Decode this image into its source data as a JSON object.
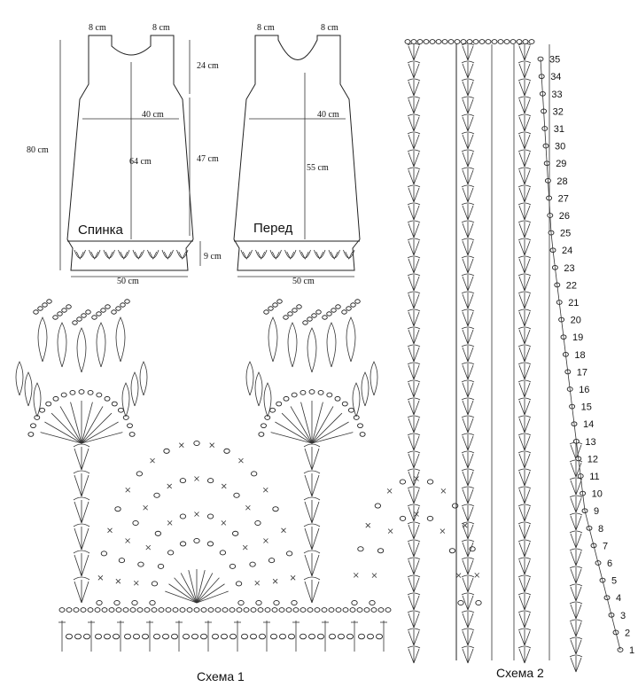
{
  "back_panel": {
    "name": "Спинка",
    "strap_left": "8 cm",
    "strap_right": "8 cm",
    "width": "40 cm",
    "length": "64 cm",
    "total": "80 cm",
    "bottom": "50 cm"
  },
  "front_panel": {
    "name": "Перед",
    "strap_left": "8 cm",
    "strap_right": "8 cm",
    "width": "40 cm",
    "length": "55 cm",
    "bottom": "50 cm"
  },
  "side_dims": {
    "armhole": "24 cm",
    "body": "47 cm",
    "border": "9 cm"
  },
  "scheme1_caption": "Схема 1",
  "scheme2_caption": "Схема 2",
  "row_numbers": [
    "1",
    "2",
    "3",
    "4",
    "5",
    "6",
    "7",
    "8",
    "9",
    "10",
    "11",
    "12",
    "13",
    "14",
    "15",
    "16",
    "17",
    "18",
    "19",
    "20",
    "21",
    "22",
    "23",
    "24",
    "25",
    "26",
    "27",
    "28",
    "29",
    "30",
    "31",
    "32",
    "33",
    "34",
    "35"
  ],
  "colors": {
    "ink": "#222222",
    "background": "#ffffff"
  }
}
